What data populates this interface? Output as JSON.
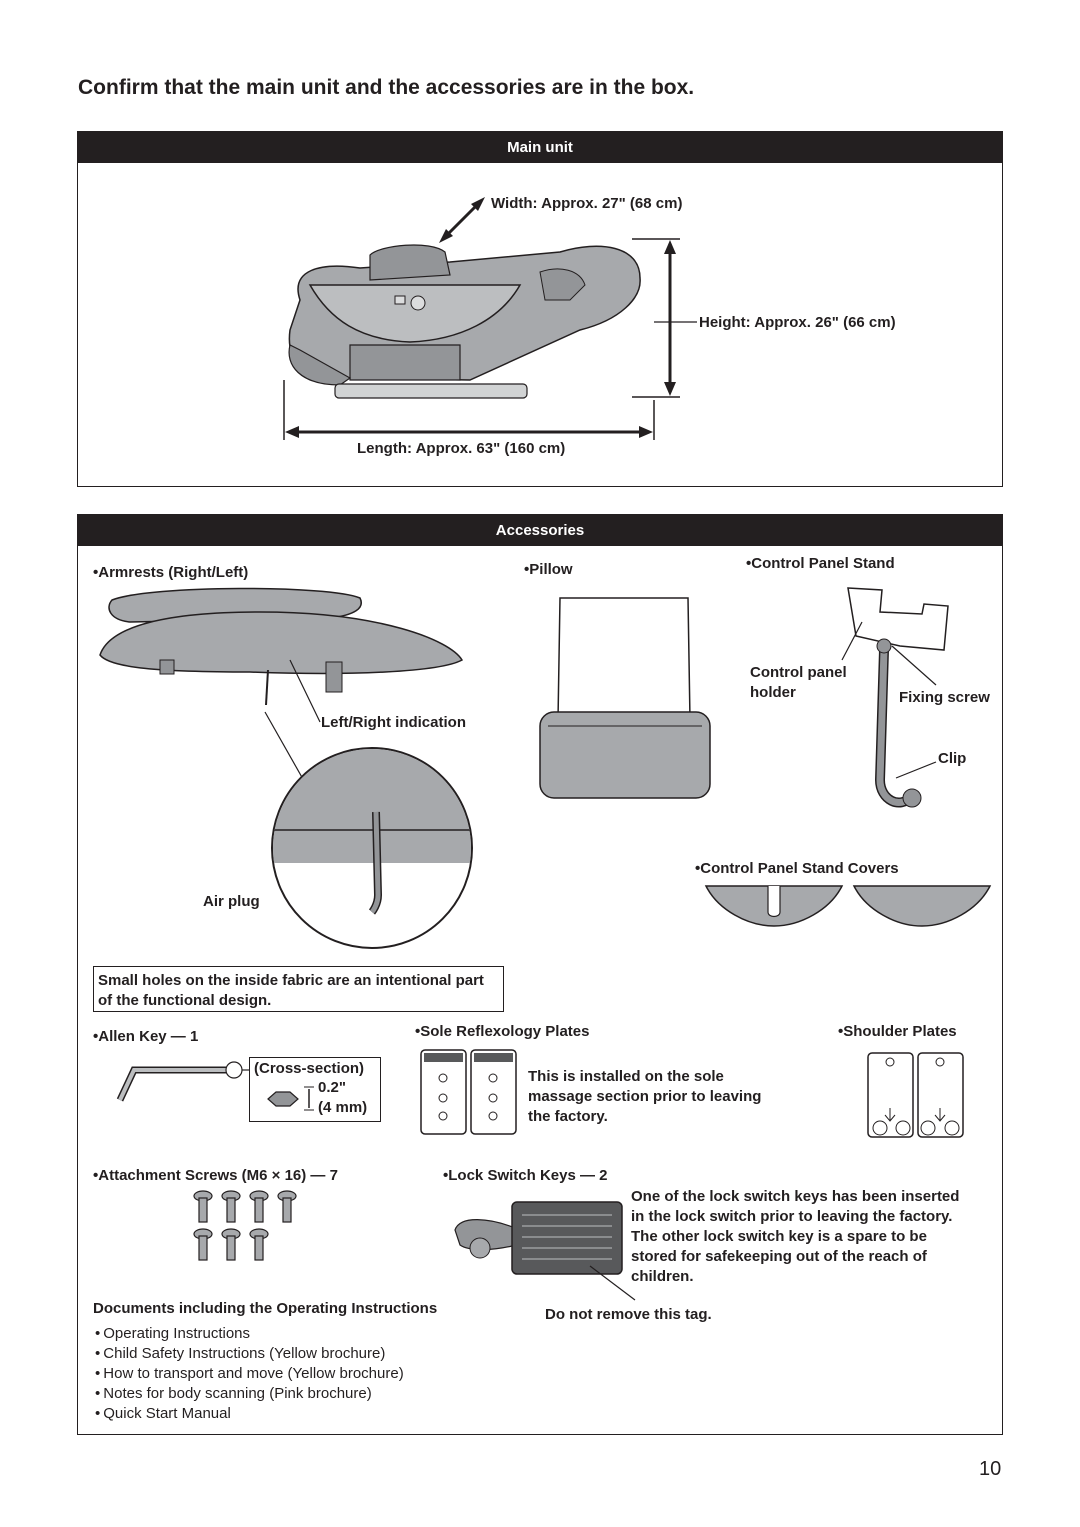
{
  "page": {
    "title": "Confirm that the main unit and the accessories are in the box.",
    "page_number": "10"
  },
  "main_unit": {
    "header": "Main unit",
    "width_label": "Width: Approx. 27\" (68 cm)",
    "height_label": "Height: Approx. 26\" (66 cm)",
    "length_label": "Length: Approx. 63\" (160 cm)"
  },
  "accessories": {
    "header": "Accessories",
    "armrests": {
      "label": "Armrests (Right/Left)",
      "indication": "Left/Right indication",
      "air_plug": "Air plug"
    },
    "pillow": {
      "label": "Pillow"
    },
    "control_panel_stand": {
      "label": "Control Panel Stand",
      "holder": "Control panel\nholder",
      "fixing_screw": "Fixing screw",
      "clip": "Clip"
    },
    "stand_covers": {
      "label": "Control Panel Stand Covers"
    },
    "note": "Small holes on the inside fabric are an intentional part of the functional design.",
    "allen_key": {
      "label": "Allen Key — 1",
      "cross_section": "(Cross-section)",
      "inch": "0.2\"",
      "mm": "(4 mm)"
    },
    "sole_plates": {
      "label": "Sole Reflexology Plates",
      "description": "This is installed on the sole\nmassage section prior to leaving\nthe factory."
    },
    "shoulder_plates": {
      "label": "Shoulder Plates"
    },
    "screws": {
      "label": "Attachment Screws (M6 × 16) — 7"
    },
    "lock_keys": {
      "label": "Lock Switch Keys — 2",
      "description": "One of the lock switch keys has been inserted\nin the lock switch prior to leaving the factory.\nThe other lock switch key is a spare to be\nstored for safekeeping out of the reach of\nchildren.",
      "tag_note": "Do not remove this tag."
    },
    "documents": {
      "heading": "Documents including the Operating Instructions",
      "items": [
        "Operating Instructions",
        "Child Safety Instructions (Yellow brochure)",
        "How to transport and move (Yellow brochure)",
        "Notes for body scanning (Pink brochure)",
        "Quick Start Manual"
      ]
    }
  }
}
